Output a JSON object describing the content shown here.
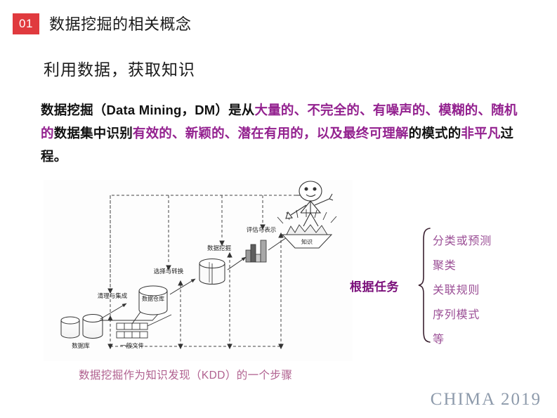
{
  "header": {
    "badge": "01",
    "title": "数据挖掘的相关概念",
    "subtitle": "利用数据，获取知识",
    "badge_color": "#e03a3e"
  },
  "definition": {
    "accent_color": "#93218f",
    "segments": [
      {
        "text": "数据挖掘（Data Mining，DM）是从",
        "highlight": false
      },
      {
        "text": "大量的、不完全的、有噪声的、模糊的、随机的",
        "highlight": true
      },
      {
        "text": "数据集中识别",
        "highlight": false
      },
      {
        "text": "有效的、新颖的、潜在有用的，以及最终可理解",
        "highlight": true
      },
      {
        "text": "的模式的",
        "highlight": false
      },
      {
        "text": "非平凡",
        "highlight": true
      },
      {
        "text": "过程。",
        "highlight": false
      }
    ]
  },
  "diagram": {
    "caption": "数据挖掘作为知识发现（KDD）的一个步骤",
    "caption_color": "#b0608f",
    "nodes": [
      {
        "id": "database",
        "label": "数据库"
      },
      {
        "id": "flat-files",
        "label": "一般文件"
      },
      {
        "id": "clean-integrate",
        "label": "清理与集成"
      },
      {
        "id": "data-warehouse",
        "label": "数据仓库"
      },
      {
        "id": "select-transform",
        "label": "选择与转换"
      },
      {
        "id": "data-mining",
        "label": "数据挖掘"
      },
      {
        "id": "evaluate-present",
        "label": "评估与表示"
      },
      {
        "id": "knowledge",
        "label": "知识"
      }
    ]
  },
  "tasks": {
    "label": "根据任务",
    "label_color": "#7a0f7a",
    "item_color": "#9b4f96",
    "items": [
      {
        "label": "分类或预测"
      },
      {
        "label": "聚类"
      },
      {
        "label": "关联规则"
      },
      {
        "label": "序列模式"
      },
      {
        "label": "等"
      }
    ]
  },
  "footer": {
    "brand": "CHIMA 2019",
    "brand_color": "#8d9aab"
  }
}
